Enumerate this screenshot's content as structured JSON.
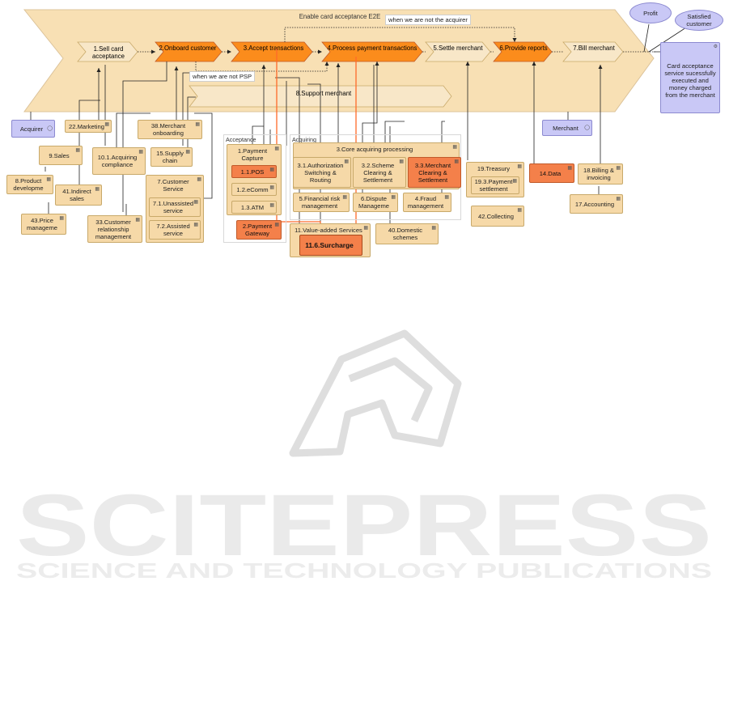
{
  "watermark": {
    "name": "SCITEPRESS",
    "tagline": "SCIENCE AND TECHNOLOGY PUBLICATIONS"
  },
  "value_stream": {
    "title": "Enable card acceptance E2E",
    "stages": [
      {
        "id": "s1",
        "label": "1.Sell card acceptance"
      },
      {
        "id": "s2",
        "label": "2.Onboard customer"
      },
      {
        "id": "s3",
        "label": "3.Accept transactions"
      },
      {
        "id": "s4",
        "label": "4.Process payment transactions"
      },
      {
        "id": "s5",
        "label": "5.Settle merchant"
      },
      {
        "id": "s6",
        "label": "6.Provide reports"
      },
      {
        "id": "s7",
        "label": "7.Bill merchant"
      }
    ],
    "support": "8.Support merchant",
    "note_not_acquirer": "when we are not the acquirer",
    "note_not_psp": "when we are not PSP"
  },
  "outcomes": {
    "profit": "Profit",
    "satisfied": "Satisfied customer",
    "card_service": "Card acceptance service sucessfully executed and money charged from the merchant"
  },
  "actors": {
    "acquirer": "Acquirer",
    "merchant": "Merchant"
  },
  "groups": {
    "acceptance": "Acceptance",
    "acquiring": "Acquiring"
  },
  "capabilities": {
    "c22": "22.Marketing",
    "c9": "9.Sales",
    "c8": "8.Product developme",
    "c41": "41.Indirect sales",
    "c43": "43.Price manageme",
    "c10_1": "10.1.Acquiring compliance",
    "c33": "33.Customer relationship management",
    "c38": "38.Merchant onboarding",
    "c15": "15.Supply chain",
    "c7": "7.Customer Service",
    "c7_1": "7.1.Unassisted service",
    "c7_2": "7.2.Assisted service",
    "c1": "1.Payment Capture",
    "c1_1": "1.1.POS",
    "c1_2": "1.2.eComm",
    "c1_3": "1.3.ATM",
    "c2": "2.Payment Gateway",
    "c3": "3.Core acquiring processing",
    "c3_1": "3.1.Authorization Switching & Routing",
    "c3_2": "3.2.Scheme Clearing & Settlement",
    "c3_3": "3.3.Merchant Clearing & Settlement",
    "c5": "5.Financial risk management",
    "c6": "6.Dispute Manageme",
    "c4": "4.Fraud management",
    "c11": "11.Value-added Services",
    "c11_6": "11.6.Surcharge",
    "c40": "40.Domestic schemes",
    "c19": "19.Treasury",
    "c19_3": "19.3.Payment settlement",
    "c42": "42.Collecting",
    "c14": "14.Data",
    "c18": "18.Billing & invoicing",
    "c17": "17.Accounting"
  },
  "icons": {
    "capability": "capability-icon",
    "actor": "actor-icon",
    "service": "service-icon"
  },
  "colors": {
    "value_stream": "#f8e0b4",
    "capability": "#f6d9a8",
    "highlight": "#f4804a",
    "stage_highlight": "#fb8c1c",
    "actor": "#c9c8f6",
    "link": "#222222",
    "impact_link": "#ff6a2a"
  }
}
